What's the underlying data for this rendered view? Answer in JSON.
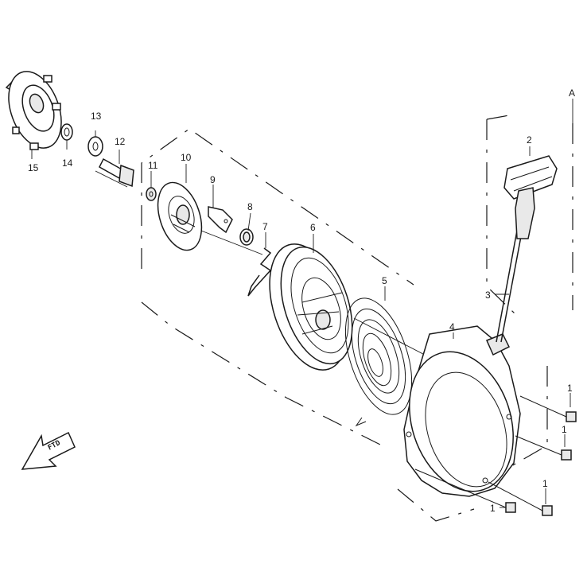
{
  "labels": {
    "p1a": "1",
    "p1b": "1",
    "p1c": "1",
    "p1d": "1",
    "p2": "2",
    "p3": "3",
    "p4": "4",
    "p5": "5",
    "p6": "6",
    "p7": "7",
    "p8": "8",
    "p9": "9",
    "p10": "10",
    "p11": "11",
    "p12": "12",
    "p13": "13",
    "p14": "14",
    "p15": "15",
    "view_a": "A"
  },
  "direction_arrow": "FTD"
}
